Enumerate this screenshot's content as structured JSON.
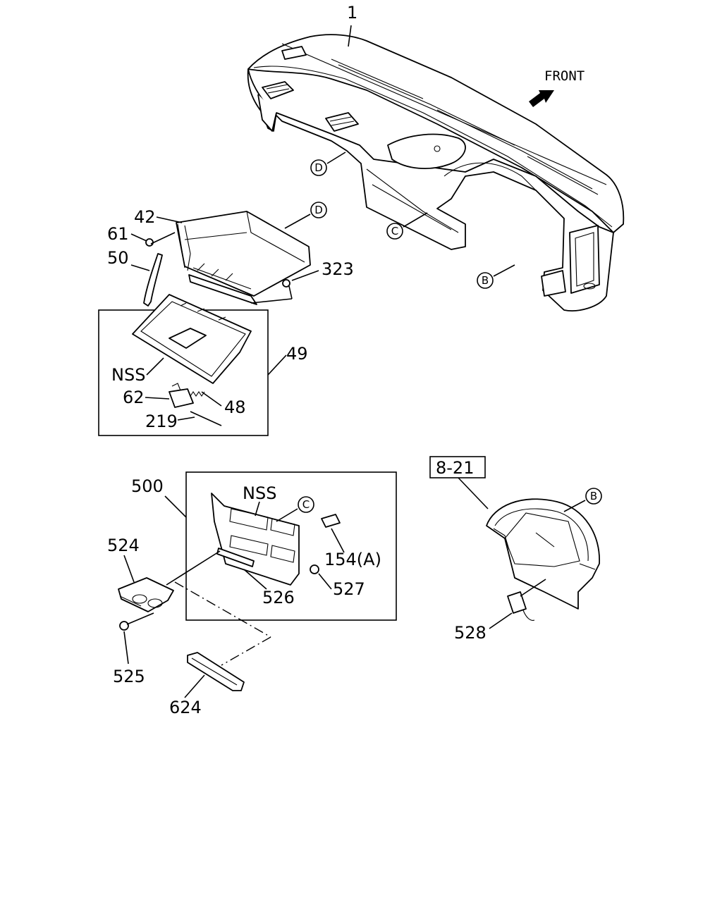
{
  "front_label": "FRONT",
  "callouts": {
    "p1": "1",
    "p42": "42",
    "p61": "61",
    "p50": "50",
    "p323": "323",
    "p49": "49",
    "nss_upper": "NSS",
    "p62": "62",
    "p48": "48",
    "p219": "219",
    "p500": "500",
    "nss_lower": "NSS",
    "p524": "524",
    "p154a": "154(A)",
    "p527": "527",
    "p526": "526",
    "p525": "525",
    "p624": "624",
    "ref_8_21": "8-21",
    "p528": "528"
  },
  "circle_refs": {
    "d_upper": "D",
    "d_glovebox": "D",
    "c_dash": "C",
    "b_dash": "B",
    "c_cluster": "C",
    "b_meter": "B"
  }
}
